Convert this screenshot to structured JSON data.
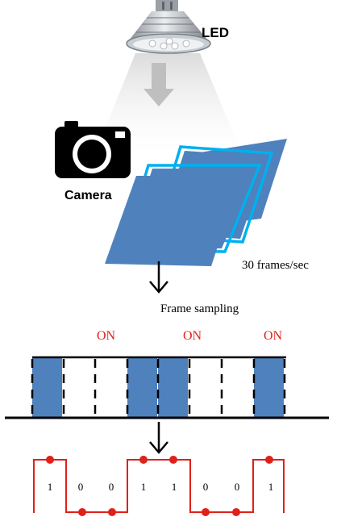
{
  "labels": {
    "led": "LED",
    "camera": "Camera",
    "frame_rate": "30 frames/sec",
    "frame_sampling": "Frame sampling"
  },
  "on_labels": [
    "ON",
    "ON",
    "ON"
  ],
  "bits": [
    "1",
    "0",
    "0",
    "1",
    "1",
    "0",
    "0",
    "1"
  ],
  "colors": {
    "frame_blue": "#4f81bd",
    "frame_outline": "#00b0f0",
    "on_text": "#e0201a",
    "signal": "#e0201a",
    "line": "#000000"
  },
  "icons": [
    "led-bulb-icon",
    "camera-icon",
    "down-arrow-icon"
  ]
}
